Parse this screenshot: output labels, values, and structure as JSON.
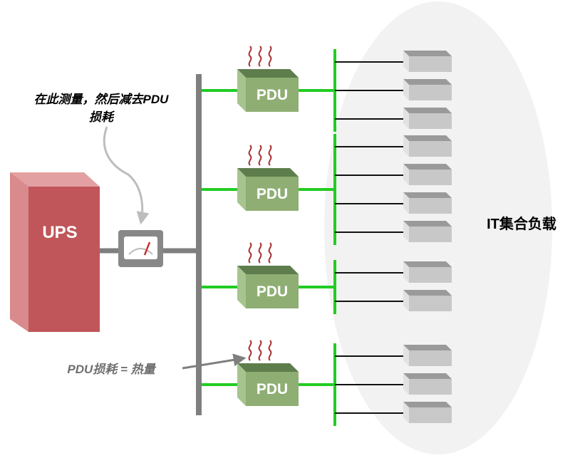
{
  "ups": {
    "label": "UPS",
    "color": "#c0565a"
  },
  "meter_note": {
    "line1": "在此测量，然后减去PDU",
    "line2": "损耗"
  },
  "heat_note": {
    "text": "PDU损耗 = 热量"
  },
  "it_load": {
    "label": "IT集合负载"
  },
  "pdus": [
    {
      "label": "PDU",
      "server_count": 3
    },
    {
      "label": "PDU",
      "server_count": 4
    },
    {
      "label": "PDU",
      "server_count": 2
    },
    {
      "label": "PDU",
      "server_count": 3
    }
  ],
  "colors": {
    "bus": "#7f7f7f",
    "feed": "#22cc22",
    "pdu": "#8fae74",
    "heat": "#a83232",
    "server": "#c8c8c8",
    "ellipse": "#f2f2f2",
    "arrow": "#bdbdbd"
  },
  "icons": [
    "meter-gauge-icon",
    "heat-wave-icon",
    "server-icon"
  ]
}
